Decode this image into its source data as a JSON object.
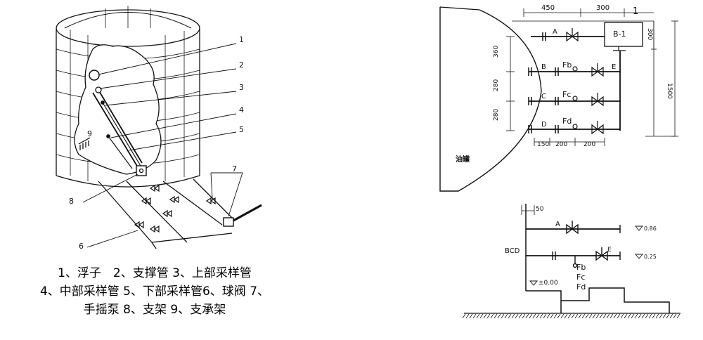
{
  "tank_callouts": [
    "1",
    "2",
    "3",
    "4",
    "5",
    "6",
    "7",
    "8",
    "9"
  ],
  "legend": [
    "1、浮子　2、支撑管 3、上部采样管",
    "4、中部采样管 5、下部采样管6、球阀 7、",
    "手摇泵 8、支架 9、支承架"
  ],
  "plan_view": {
    "dims": [
      "450",
      "300",
      "1",
      "300",
      "360",
      "1500",
      "280",
      "280",
      "150",
      "200",
      "200"
    ],
    "box_label": "B-1",
    "lines": [
      "A",
      "B",
      "C",
      "D",
      "E"
    ],
    "valves": [
      "Fb",
      "Fc",
      "Fd"
    ],
    "tank_label": "油罐"
  },
  "elevation_view": {
    "dims": [
      "50"
    ],
    "lines": [
      "A",
      "BCD",
      "E"
    ],
    "levels": [
      "0.86",
      "0.25",
      "±0.00"
    ],
    "valves": [
      "Fb",
      "Fc",
      "Fd"
    ]
  }
}
